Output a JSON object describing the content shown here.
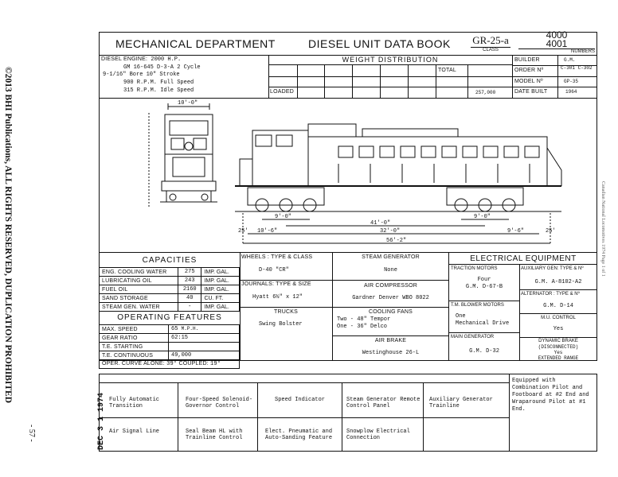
{
  "side": {
    "copyright": "©2013 BHI Publications, ALL RIGHTS RESERVED, DUPLICATION PROHIBITED",
    "page": "- 57 -",
    "date_stamp": "DEC 3 1 1974",
    "right_note": "Canadian National Locomotives 1974   Page 1 of 1"
  },
  "header": {
    "dept": "MECHANICAL  DEPARTMENT",
    "book": "DIESEL UNIT DATA BOOK",
    "class_value": "GR-25-a",
    "class_label": "CLASS",
    "number1": "4000",
    "number2": "4001",
    "numbers_label": "NUMBERS"
  },
  "engine": {
    "label": "DIESEL ENGINE:",
    "hp": "2000 H.P.",
    "l1": "GM 16-645 D-3-A 2 Cycle",
    "l2": "9-1/16\" Bore  10\" Stroke",
    "l3": "900 R.P.M. Full Speed",
    "l4": "315 R.P.M. Idle Speed"
  },
  "weight": {
    "title": "WEIGHT      DISTRIBUTION",
    "total_label": "TOTAL",
    "loaded_label": "LOADED",
    "loaded_value": "257,000"
  },
  "builder": {
    "builder_label": "BUILDER",
    "builder_value": "G.M.",
    "order_label": "ORDER Nº",
    "order_value": "C-301 C-302",
    "model_label": "MODEL Nº",
    "model_value": "GP-35",
    "date_label": "DATE BUILT",
    "date_value": "1964"
  },
  "dims": {
    "front_width": "10'-0\"",
    "d1": "9'-0\"",
    "d2": "9'-0\"",
    "d3": "41'-0\"",
    "d4": "25'",
    "d5": "10'-6\"",
    "d6": "32'-0\"",
    "d7": "9'-6\"",
    "d8": "25'",
    "d9": "56'-2\""
  },
  "capacities": {
    "title": "CAPACITIES",
    "rows": [
      {
        "name": "ENG. COOLING WATER",
        "value": "275",
        "unit": "IMP. GAL."
      },
      {
        "name": "LUBRICATING OIL",
        "value": "243",
        "unit": "IMP. GAL."
      },
      {
        "name": "FUEL OIL",
        "value": "2160",
        "unit": "IMP. GAL."
      },
      {
        "name": "SAND STORAGE",
        "value": "40",
        "unit": "CU. FT."
      },
      {
        "name": "STEAM GEN. WATER",
        "value": "-",
        "unit": "IMP. GAL."
      }
    ]
  },
  "operating": {
    "title": "OPERATING  FEATURES",
    "max_speed_label": "MAX.  SPEED",
    "max_speed_value": "65",
    "max_speed_unit": "M.P.H.",
    "gear_label": "GEAR  RATIO",
    "gear_value": "62:15",
    "te_start_label": "T.E.  STARTING",
    "te_start_value": "",
    "te_cont_label": "T.E.  CONTINUOUS",
    "te_cont_value": "49,000",
    "curve_label": "OPER. CURVE ALONE:",
    "curve_alone": "39°",
    "coupled_label": "COUPLED:",
    "curve_coupled": "19°"
  },
  "mech": {
    "wheels_label": "WHEELS : TYPE & CLASS",
    "wheels_value": "D-40  \"CR\"",
    "journals_label": "JOURNALS: TYPE & SIZE",
    "journals_value": "Hyatt  6½\" x 12\"",
    "trucks_label": "TRUCKS",
    "trucks_value": "Swing Bolster",
    "steam_label": "STEAM  GENERATOR",
    "steam_value": "None",
    "air_comp_label": "AIR  COMPRESSOR",
    "air_comp_value": "Gardner Denver WBO 8022",
    "fans_label": "COOLING  FANS",
    "fans_l1": "Two - 48\" Tempor",
    "fans_l2": "One - 36\" Delco",
    "brake_label": "AIR  BRAKE",
    "brake_value": "Westinghouse 26-L"
  },
  "electrical": {
    "title": "ELECTRICAL   EQUIPMENT",
    "traction_label": "TRACTION MOTORS",
    "traction_l1": "Four",
    "traction_l2": "G.M.  D-67-B",
    "aux_label": "AUXILIARY GEN: TYPE & Nº",
    "aux_value": "G.M.  A-8102-A2",
    "blower_label": "T.M. BLOWER MOTORS",
    "blower_l1": "One",
    "blower_l2": "Mechanical Drive",
    "alt_label": "ALTERNATOR : TYPE & Nº",
    "alt_value": "G.M.  D-14",
    "mu_label": "M.U. CONTROL",
    "mu_value": "Yes",
    "main_gen_label": "MAIN GENERATOR",
    "main_gen_value": "G.M.  D-32",
    "dyn_label": "DYNAMIC  BRAKE",
    "dyn_l1": "(DISCONNECTED)",
    "dyn_l2": "Yes",
    "dyn_l3": "EXTENDED RANGE"
  },
  "bottom": {
    "row1": [
      "Fully Automatic Transition",
      "Four-Speed Solenoid-Governor Control",
      "Speed Indicator",
      "Steam Generator Remote Control Panel",
      "Auxiliary Generator Trainline"
    ],
    "row2": [
      "Air Signal Line",
      "Seal Beam HL with Trainline Control",
      "Elect. Pneumatic and Auto-Sanding Feature",
      "Snowplow Electrical Connection",
      ""
    ],
    "note": "Equipped with Combination Pilot and Footboard at #2 End and Wraparound Pilot at #1 End."
  }
}
